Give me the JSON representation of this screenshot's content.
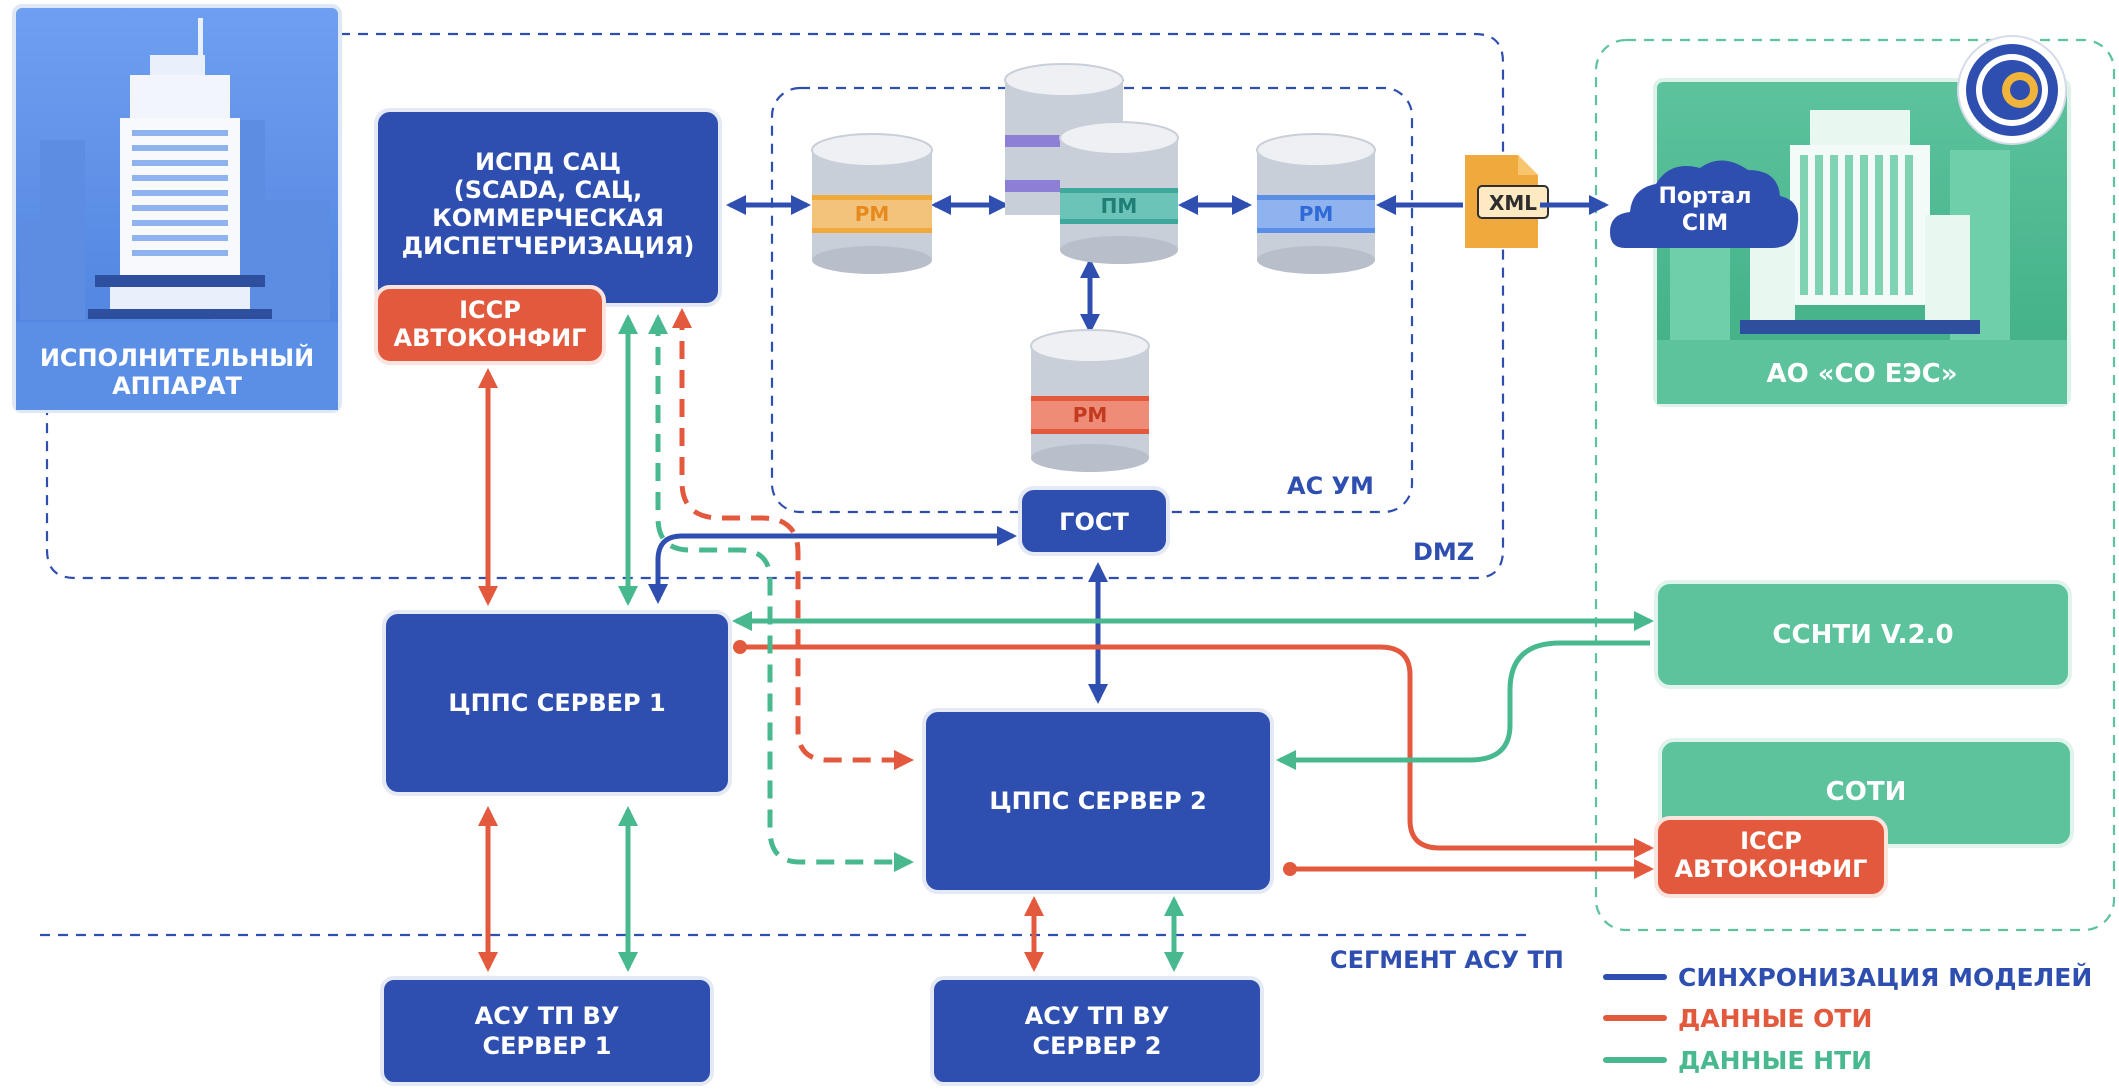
{
  "left_building": {
    "label_line1": "ИСПОЛНИТЕЛЬНЫЙ",
    "label_line2": "АППАРАТ"
  },
  "ispd": {
    "line1": "ИСПД САЦ",
    "line2": "(SCADA, САЦ,",
    "line3": "КОММЕРЧЕСКАЯ",
    "line4": "ДИСПЕТЧЕРИЗАЦИЯ)"
  },
  "iccp_top": {
    "line1": "ICCP",
    "line2": "АВТОКОНФИГ"
  },
  "db_rm_orange": "РМ",
  "db_pm": "ПМ",
  "db_rm_blue": "РМ",
  "db_rm_red": "РМ",
  "as_um_label": "АС УМ",
  "dmz_label": "DMZ",
  "gost_label": "ГОСТ",
  "xml_label": "XML",
  "portal": {
    "line1": "Портал",
    "line2": "CIM"
  },
  "so_ees_label": "АО «СО ЕЭС»",
  "server1_label": "ЦППС СЕРВЕР 1",
  "server2_label": "ЦППС СЕРВЕР 2",
  "ssnti_label": "ССНТИ V.2.0",
  "soti_label": "СОТИ",
  "iccp_right": {
    "line1": "ICCP",
    "line2": "АВТОКОНФИГ"
  },
  "segment_label": "СЕГМЕНТ АСУ ТП",
  "asu1": {
    "line1": "АСУ ТП ВУ",
    "line2": "СЕРВЕР 1"
  },
  "asu2": {
    "line1": "АСУ ТП ВУ",
    "line2": "СЕРВЕР 2"
  },
  "legend": [
    {
      "label": "СИНХРОНИЗАЦИЯ МОДЕЛЕЙ",
      "color": "#2f4fb0"
    },
    {
      "label": "ДАННЫЕ ОТИ",
      "color": "#e3593d"
    },
    {
      "label": "ДАННЫЕ НТИ",
      "color": "#48b88f"
    }
  ],
  "colors": {
    "blue": "#2f4fb0",
    "orange": "#e3593d",
    "green": "#48b88f",
    "teal_box": "#5cc39d"
  }
}
